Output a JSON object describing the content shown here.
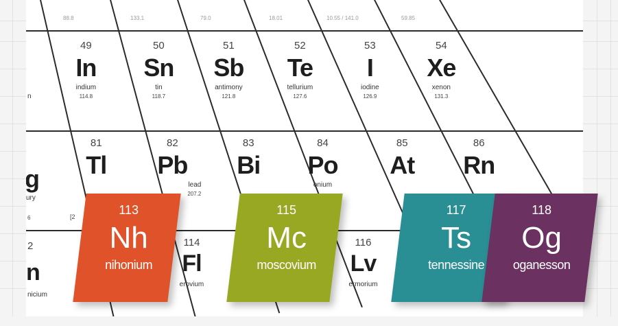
{
  "top_strip_labels": [
    "88.8",
    "133.1",
    "79.0",
    "18.01",
    "10.55 / 141.0",
    "59.85"
  ],
  "row1": [
    {
      "num": "49",
      "sym": "In",
      "name": "indium",
      "mass": "114.8"
    },
    {
      "num": "50",
      "sym": "Sn",
      "name": "tin",
      "mass": "118.7"
    },
    {
      "num": "51",
      "sym": "Sb",
      "name": "antimony",
      "mass": "121.8"
    },
    {
      "num": "52",
      "sym": "Te",
      "name": "tellurium",
      "mass": "127.6"
    },
    {
      "num": "53",
      "sym": "I",
      "name": "iodine",
      "mass": "126.9"
    },
    {
      "num": "54",
      "sym": "Xe",
      "name": "xenon",
      "mass": "131.3"
    }
  ],
  "row1_partial_left": "n",
  "row2": [
    {
      "num": "81",
      "sym": "Tl",
      "name": "",
      "mass": ""
    },
    {
      "num": "82",
      "sym": "Pb",
      "name": "lead",
      "mass": "207.2"
    },
    {
      "num": "83",
      "sym": "Bi",
      "name": "",
      "mass": ""
    },
    {
      "num": "84",
      "sym": "Po",
      "name": "onium",
      "mass": ""
    },
    {
      "num": "85",
      "sym": "At",
      "name": "",
      "mass": ""
    },
    {
      "num": "86",
      "sym": "Rn",
      "name": "",
      "mass": ""
    }
  ],
  "row2_partial_left": {
    "sym": "g",
    "name": "ury",
    "mass": "6"
  },
  "row3": [
    {
      "num": "114",
      "sym": "Fl",
      "name": "erovium"
    },
    {
      "num": "116",
      "sym": "Lv",
      "name": "ermorium"
    }
  ],
  "row3_partial_left": {
    "num": "2",
    "sym": "n",
    "name": "nicium"
  },
  "row3_partial_small": "[2",
  "cards": [
    {
      "num": "113",
      "sym": "Nh",
      "name": "nihonium",
      "color": "#e0522a"
    },
    {
      "num": "115",
      "sym": "Mc",
      "name": "moscovium",
      "color": "#98a822"
    },
    {
      "num": "117",
      "sym": "Ts",
      "name": "tennessine",
      "color": "#2a8e95"
    },
    {
      "num": "118",
      "sym": "Og",
      "name": "oganesson",
      "color": "#6b3261"
    }
  ]
}
